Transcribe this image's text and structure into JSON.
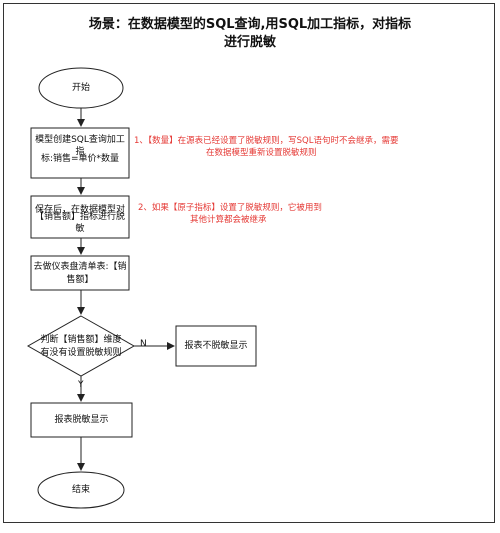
{
  "title": {
    "line1": "场景：在数据模型的SQL查询,用SQL加工指标，对指标",
    "line2": "进行脱敏"
  },
  "nodes": {
    "start": "开始",
    "step1_line1": "模型创建SQL查询加工指",
    "step1_line2": "标:销售=单价*数量",
    "step2_line1": "保存后，在数据模型对",
    "step2_line2": "【销售额】指标进行脱敏",
    "step3_line1": "去做仪表盘清单表:【销",
    "step3_line2": "售额】",
    "decision_line1": "判断【销售额】维度",
    "decision_line2": "有没有设置脱敏规则",
    "no_mask": "报表不脱敏显示",
    "mask": "报表脱敏显示",
    "end": "结束"
  },
  "edges": {
    "no_label": "N",
    "yes_label": "Y"
  },
  "notes": {
    "note1_line1": "1、【数量】在源表已经设置了脱敏规则，写SQL语句时不会继承，需要",
    "note1_line2": "在数据模型重新设置脱敏规则",
    "note2_line1": "2、如果【原子指标】设置了脱敏规则，它被用到",
    "note2_line2": "其他计算都会被继承"
  },
  "colors": {
    "note": "#e53935",
    "stroke": "#222222"
  }
}
